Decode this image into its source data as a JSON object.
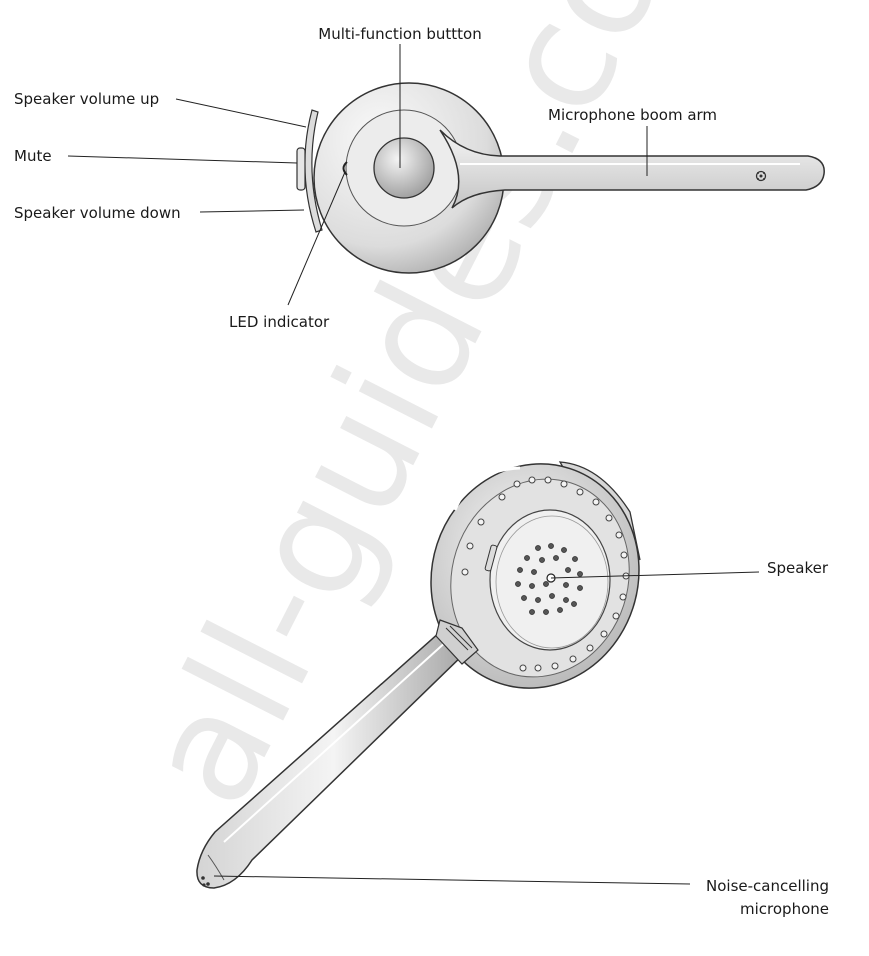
{
  "watermark": "all-guides.com",
  "labels": {
    "multi_function_button": "Multi-function buttton",
    "speaker_volume_up": "Speaker volume up",
    "microphone_boom_arm": "Microphone boom arm",
    "mute": "Mute",
    "speaker_volume_down": "Speaker volume down",
    "led_indicator": "LED indicator",
    "speaker": "Speaker",
    "noise_cancelling_line1": "Noise-cancelling",
    "noise_cancelling_line2": "microphone"
  },
  "colors": {
    "body_light": "#f2f2f2",
    "body_dark": "#a9a9a9",
    "outline": "#333333",
    "watermark": "#e9e9e9"
  }
}
